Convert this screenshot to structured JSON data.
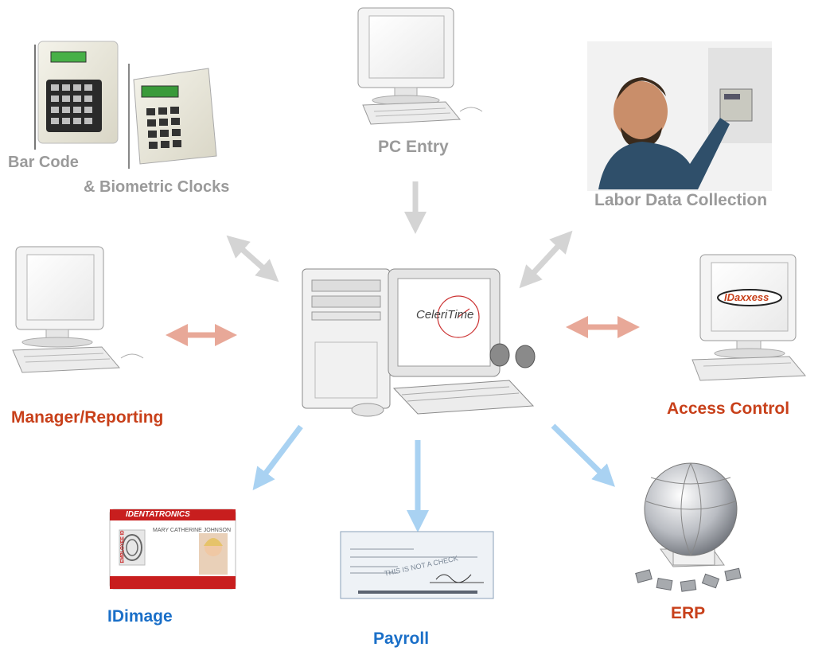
{
  "center": {
    "brand_text": "CeleriTime"
  },
  "nodes": {
    "barcode_line1": "Bar Code",
    "barcode_line2": "& Biometric Clocks",
    "pc_entry": "PC Entry",
    "labor": "Labor Data Collection",
    "manager": "Manager/Reporting",
    "access": "Access Control",
    "access_logo": "IDaxxess",
    "idimage": "IDimage",
    "idcard_brand": "IDENTATRONICS",
    "idcard_name": "MARY CATHERINE JOHNSON",
    "idcard_side": "EMPLOYEE ID",
    "payroll": "Payroll",
    "check_stamp": "THIS IS NOT A CHECK",
    "erp": "ERP"
  },
  "colors": {
    "gray_label": "#9a9a9a",
    "red_label": "#c8401a",
    "blue_label": "#1a6fc8",
    "gray_arrow": "#d4d4d4",
    "salmon_arrow": "#e8a898",
    "blue_arrow": "#a9d2f2"
  }
}
